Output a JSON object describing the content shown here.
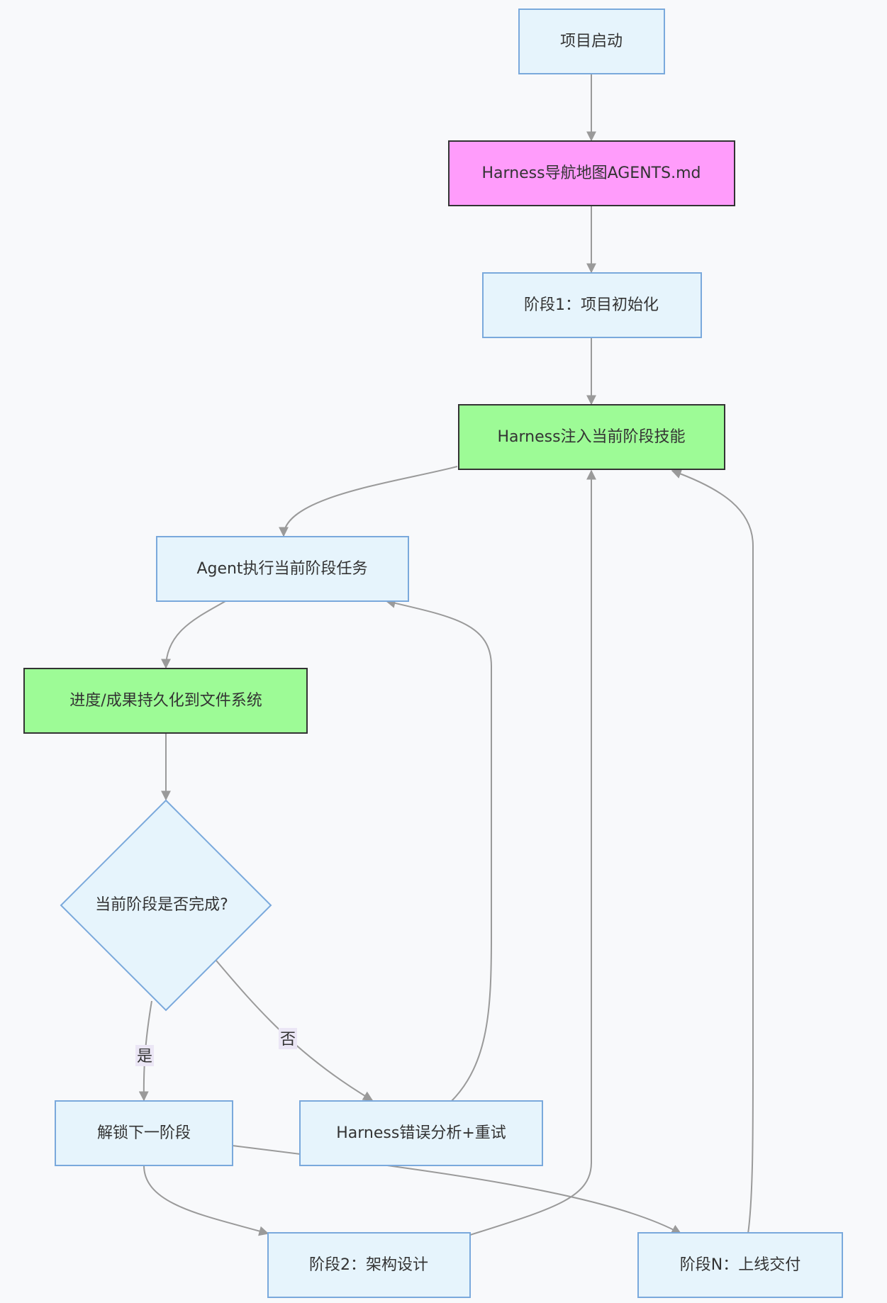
{
  "colors": {
    "default_fill": "#e6f4fc",
    "default_stroke": "#7aa9dc",
    "magenta_fill": "#ff9cfb",
    "green_fill": "#9dfb96",
    "dark_stroke": "#333333",
    "edge": "#9a9a9a",
    "label_bg": "#ebe6f5"
  },
  "nodes": {
    "start": "项目启动",
    "nav_map": "Harness导航地图AGENTS.md",
    "stage1": "阶段1：项目初始化",
    "inject": "Harness注入当前阶段技能",
    "agent_exec": "Agent执行当前阶段任务",
    "persist": "进度/成果持久化到文件系统",
    "decision": "当前阶段是否完成?",
    "unlock": "解锁下一阶段",
    "retry": "Harness错误分析+重试",
    "stage2": "阶段2：架构设计",
    "stageN": "阶段N：上线交付"
  },
  "edge_labels": {
    "yes": "是",
    "no": "否"
  }
}
